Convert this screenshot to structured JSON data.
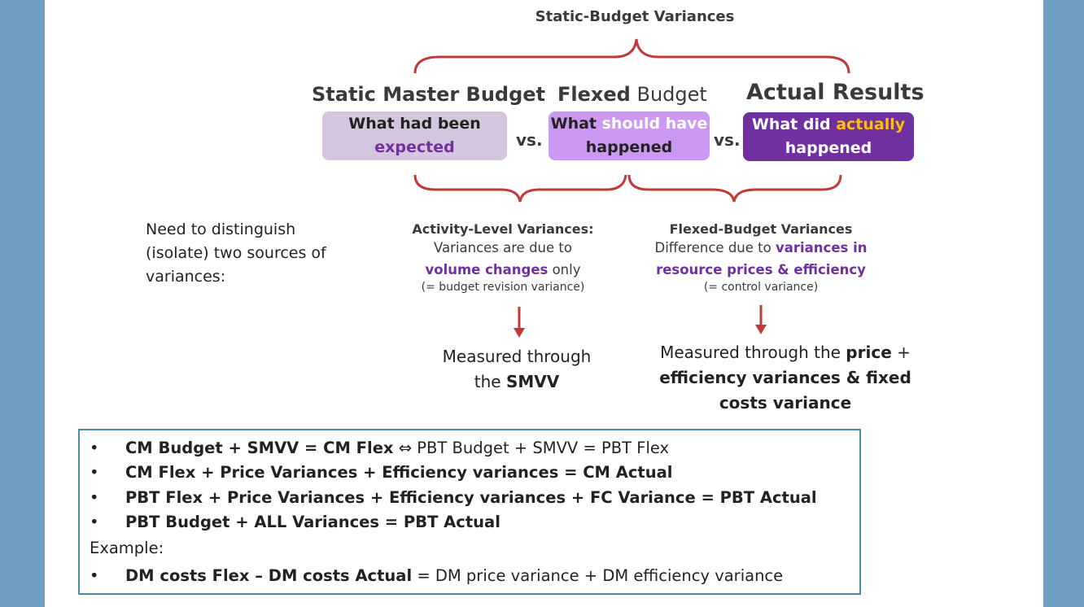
{
  "top_title": "Static-Budget Variances",
  "columns": {
    "static": {
      "title_strong": "Static Master Budget",
      "box_line1": "What had been",
      "box_line2": "expected",
      "bg": "#d4c7dd",
      "accent": "#7030a0"
    },
    "vs1": "vs.",
    "flexed": {
      "title_strong": "Flexed",
      "title_rest": " Budget",
      "box_what": "What ",
      "box_highlight": "should have",
      "box_line2": "happened",
      "bg": "#cc99f2",
      "highlight_color": "#ffffff"
    },
    "vs2": "vs.",
    "actual": {
      "title_strong": "Actual Results",
      "box_what": "What did ",
      "box_highlight": "actually",
      "box_line2": "happened",
      "bg": "#7030a0",
      "highlight_color": "#ffc000"
    }
  },
  "left_text": {
    "line1": "Need to distinguish",
    "line2": "(isolate) two sources of",
    "line3": "variances:"
  },
  "activity": {
    "title": "Activity-Level Variances:",
    "line2": "Variances are  due to",
    "line3_highlight": "volume  changes",
    "line3_rest": " only",
    "note": "(= budget revision variance)",
    "measure_line1": "Measured  through",
    "measure_pre": "the ",
    "measure_bold": "SMVV"
  },
  "flexbudget": {
    "title": "Flexed-Budget Variances",
    "line2_pre": "Difference due to ",
    "line2_highlight": "variances in",
    "line3_highlight": "resource prices & efficiency",
    "note": "(= control variance)",
    "measure_pre": "Measured through the ",
    "measure_bold1": "price",
    "measure_plus": " +",
    "measure_line2": "efficiency variances & fixed",
    "measure_line3": "costs variance"
  },
  "formulas": {
    "bullet": "•",
    "l1_bold": "CM Budget + SMVV = CM Flex",
    "l1_arrow": " ⇔ ",
    "l1_rest": "PBT Budget + SMVV = PBT Flex",
    "l2_bold": "CM Flex + Price Variances + Efficiency variances = CM Actual",
    "l3_bold": "PBT Flex + Price Variances + Efficiency variances + FC Variance = PBT Actual",
    "l4_bold": "PBT Budget + ALL Variances = PBT Actual",
    "example_label": "Example:",
    "l5_bold": "DM costs Flex –  DM costs Actual",
    "l5_rest": " = DM price variance + DM efficiency variance"
  },
  "colors": {
    "brace": "#c0393b",
    "arrow": "#c0393b",
    "frame": "#4f8aa9",
    "background": "#6f9fc2"
  }
}
